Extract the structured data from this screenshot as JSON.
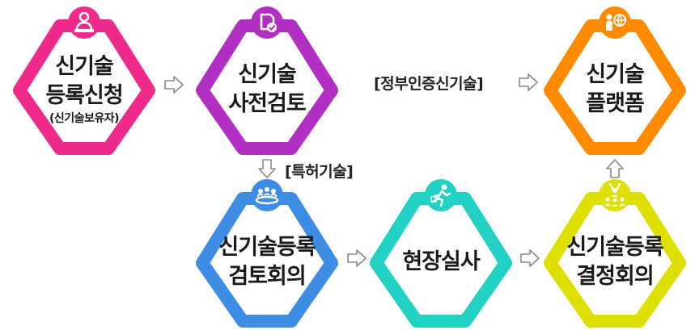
{
  "nodes": {
    "register": {
      "lines": [
        "신기술",
        "등록신청"
      ],
      "sub": "(신기술보유자)",
      "color": "#ee2a8a",
      "icon": "person-laptop-icon"
    },
    "prereview": {
      "lines": [
        "신기술",
        "사전검토"
      ],
      "color": "#b22fc3",
      "icon": "document-check-icon"
    },
    "platform": {
      "lines": [
        "신기술",
        "플랫폼"
      ],
      "color": "#ff8a00",
      "icon": "person-globe-presentation-icon"
    },
    "review_meeting": {
      "lines": [
        "신기술등록",
        "검토회의"
      ],
      "color": "#3d8de5",
      "icon": "group-meeting-icon"
    },
    "site_inspection": {
      "lines": [
        "현장실사"
      ],
      "color": "#21d1c4",
      "icon": "running-person-icon"
    },
    "decision_meeting": {
      "lines": [
        "신기술등록",
        "결정회의"
      ],
      "color": "#dde000",
      "icon": "audience-raised-hands-icon"
    }
  },
  "edges": {
    "patent_label": "[특허기술]",
    "gov_label": "[정부인증신기술]"
  }
}
